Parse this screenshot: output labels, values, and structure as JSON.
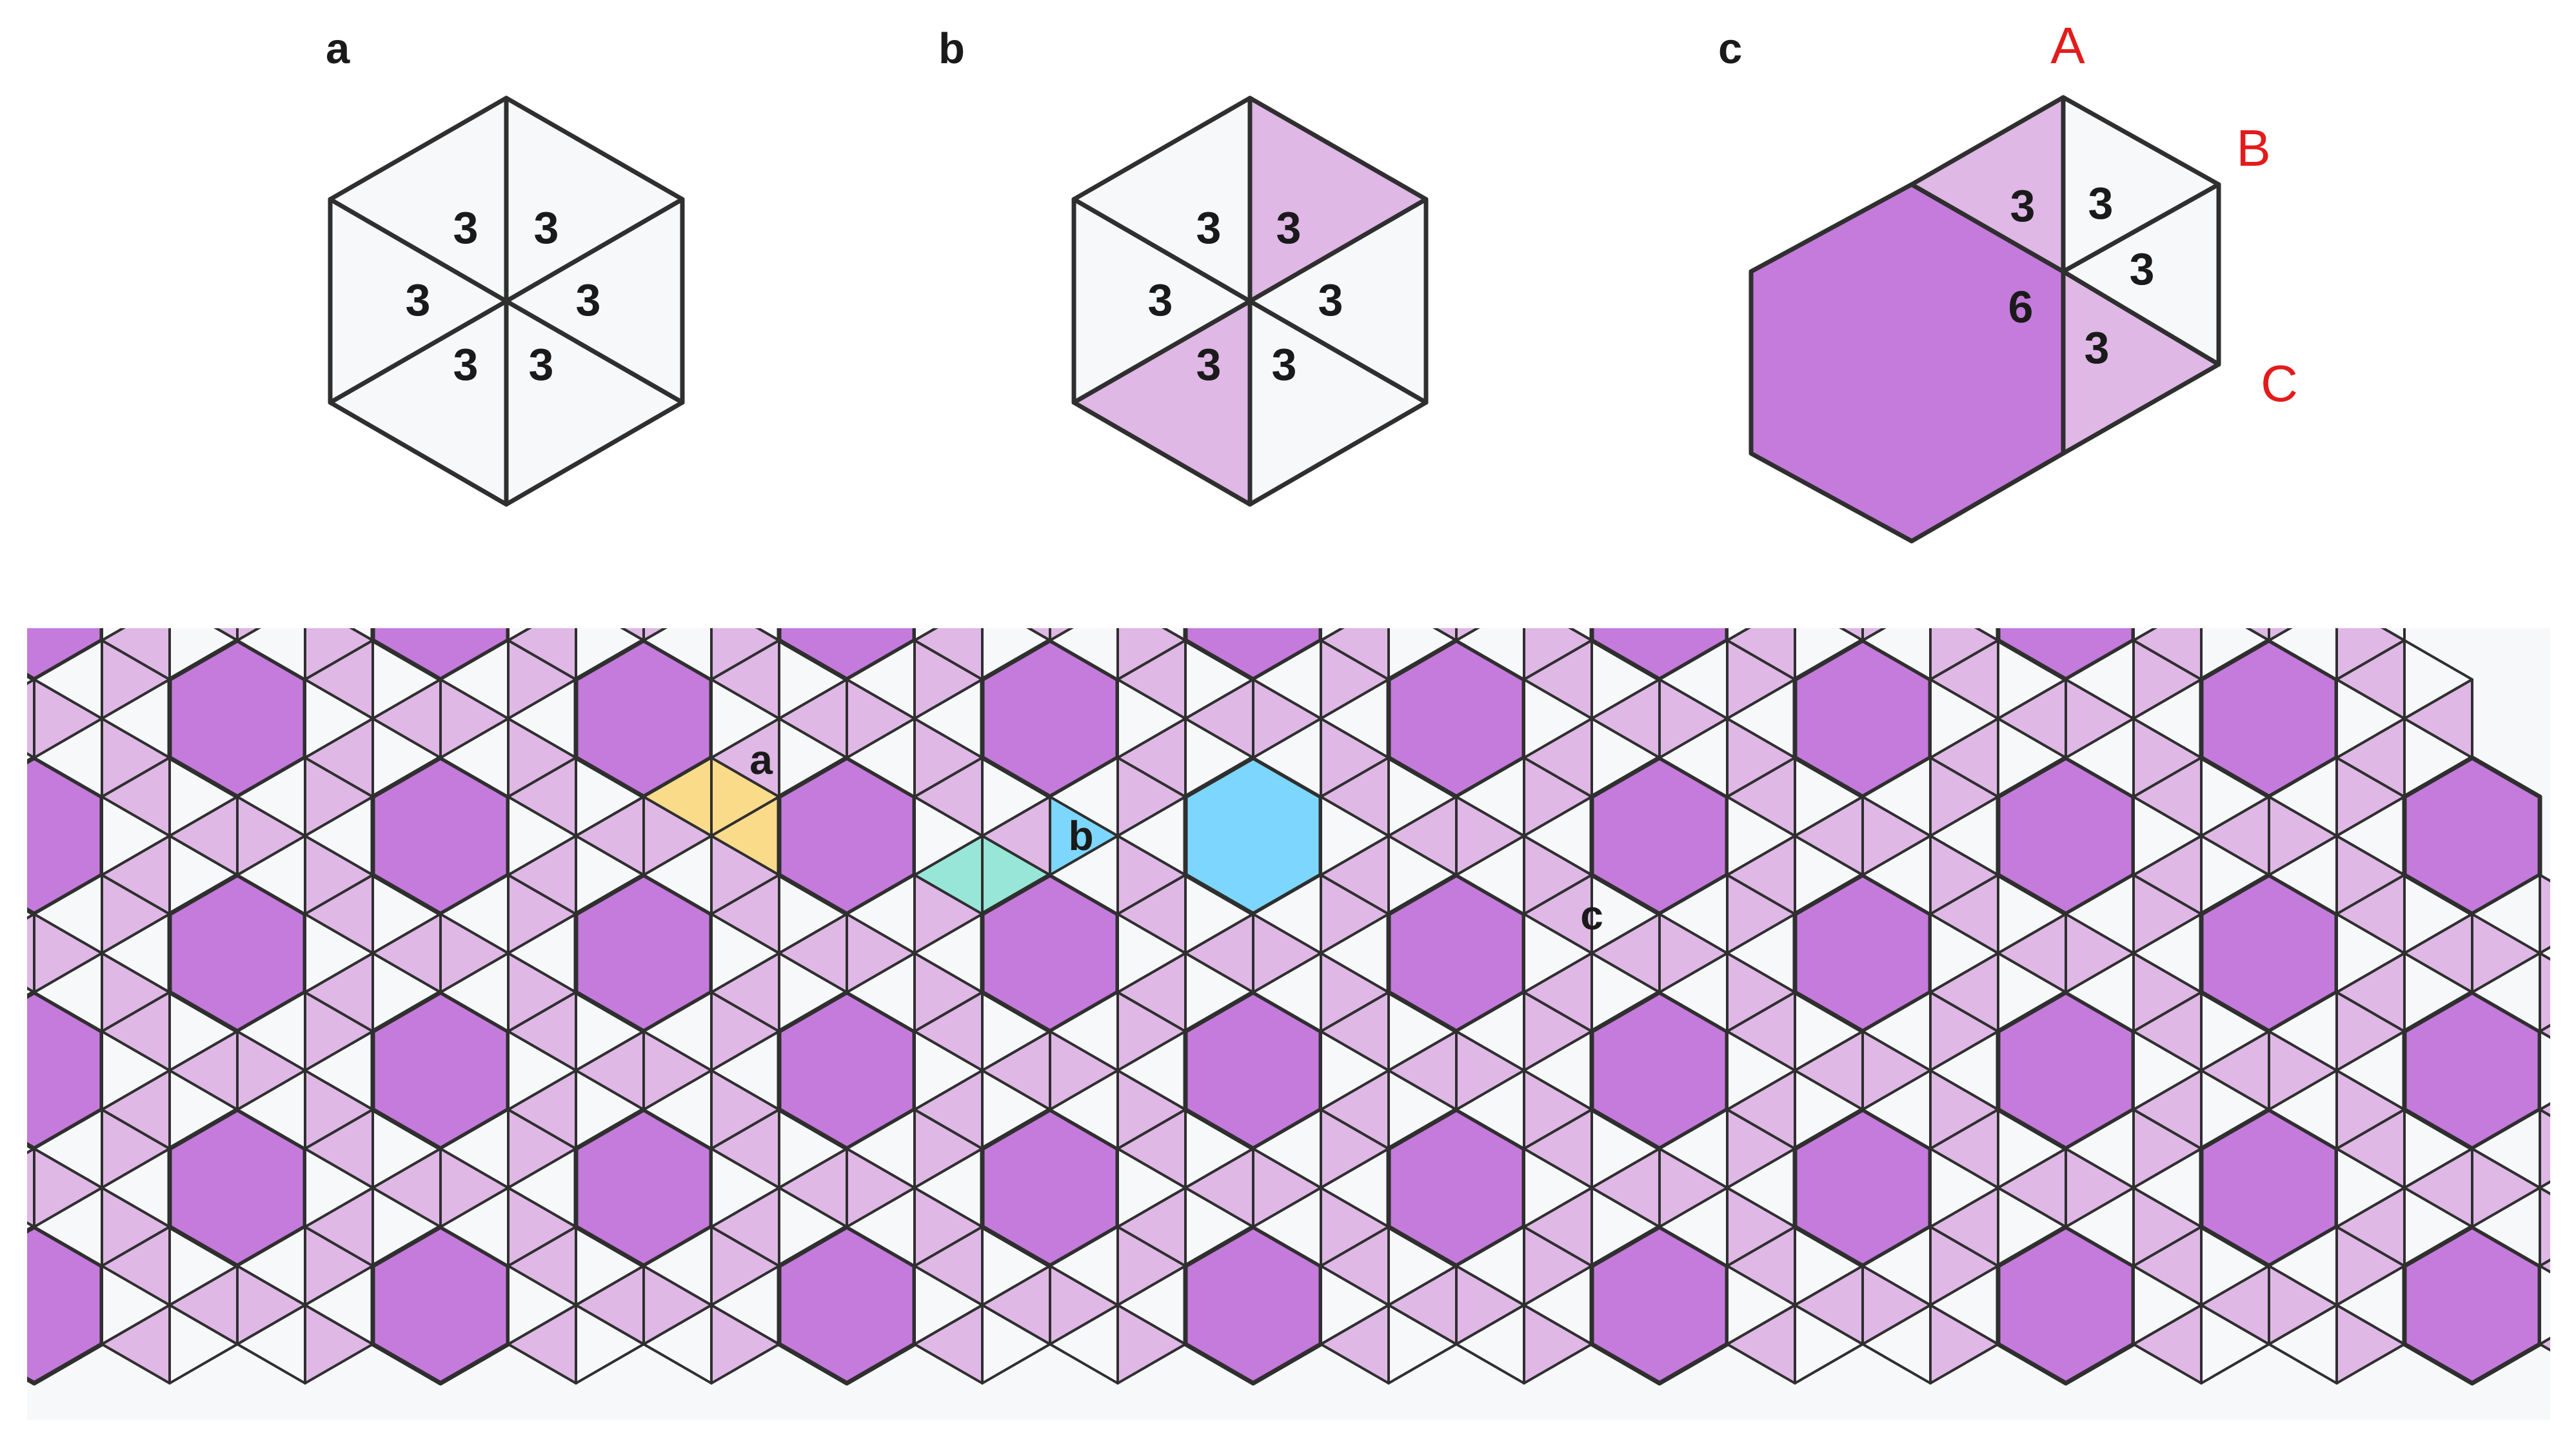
{
  "panels": {
    "a": {
      "label": "a",
      "triangle_numbers": [
        "3",
        "3",
        "3",
        "3",
        "3",
        "3"
      ]
    },
    "b": {
      "label": "b",
      "triangle_numbers": [
        "3",
        "3",
        "3",
        "3",
        "3",
        "3"
      ],
      "shaded_triangles": [
        "top-right",
        "bottom-left"
      ]
    },
    "c": {
      "label": "c",
      "triangle_numbers": [
        "3",
        "3",
        "3",
        "3"
      ],
      "hexagon_number": "6",
      "vertex_labels": [
        "A",
        "B",
        "C"
      ]
    }
  },
  "tiling": {
    "region_labels": [
      "a",
      "b",
      "c"
    ],
    "highlight_colors": {
      "a": "#fadb8a",
      "b": "#97e6d7",
      "c": "#7dd6fd"
    }
  },
  "colors": {
    "white_triangle": "#f7f8fa",
    "light_purple": "#dfb8e6",
    "dark_purple": "#c57bdb",
    "stroke": "#2f2f2f",
    "vertex_label": "#e31b1b"
  }
}
